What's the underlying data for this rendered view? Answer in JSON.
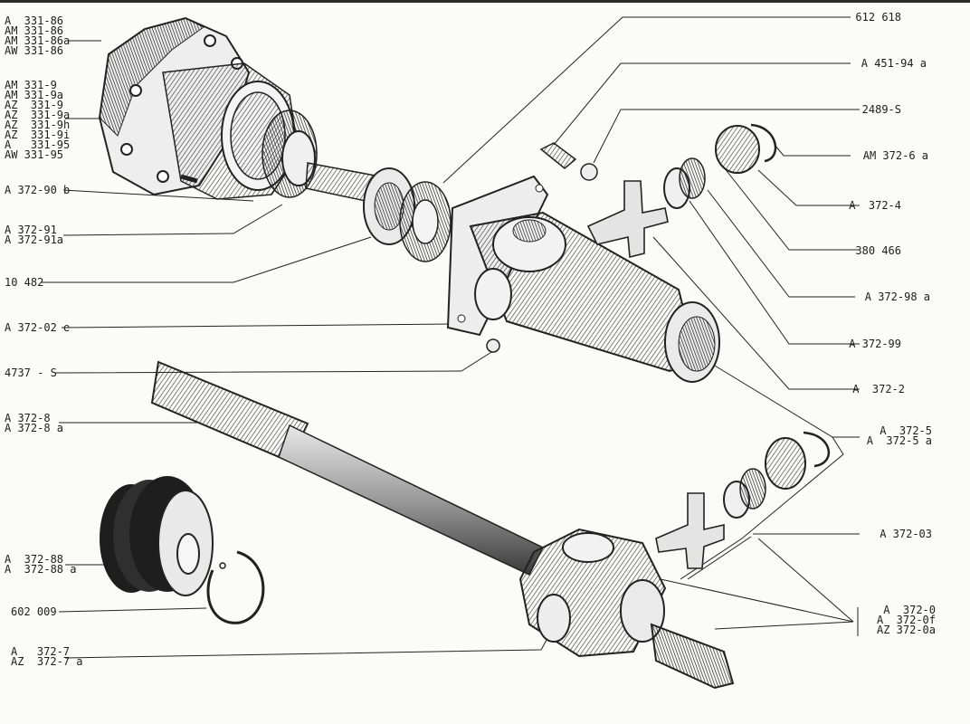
{
  "labels_left": [
    [
      "A  331-86",
      "AM 331-86",
      "AM 331-86a",
      "AW 331-86"
    ],
    [
      "AM 331-9",
      "AM 331-9a",
      "AZ  331-9",
      "AZ  331-9a",
      "AZ  331-9h",
      "AZ  331-9i",
      "A   331-95",
      "AW 331-95"
    ],
    [
      "A 372-90 b"
    ],
    [
      "A 372-91",
      "A 372-91a"
    ],
    [
      "10 482"
    ],
    [
      "A 372-02 e"
    ],
    [
      "4737 - S"
    ],
    [
      "A 372-8",
      "A 372-8 a"
    ],
    [
      "A  372-88",
      "A  372-88 a"
    ],
    [
      "602 009"
    ],
    [
      "A   372-7",
      "AZ  372-7 a"
    ]
  ],
  "labels_right": [
    [
      "612 618"
    ],
    [
      "A 451-94 a"
    ],
    [
      "2489-S"
    ],
    [
      "AM 372-6 a"
    ],
    [
      "A  372-4"
    ],
    [
      "380 466"
    ],
    [
      "A 372-98 a"
    ],
    [
      "A 372-99"
    ],
    [
      "A  372-2"
    ],
    [
      "A  372-5",
      "A  372-5 a"
    ],
    [
      "A 372-03"
    ],
    [
      "A  372-0",
      "A  372-0f",
      "AZ 372-0a"
    ]
  ]
}
